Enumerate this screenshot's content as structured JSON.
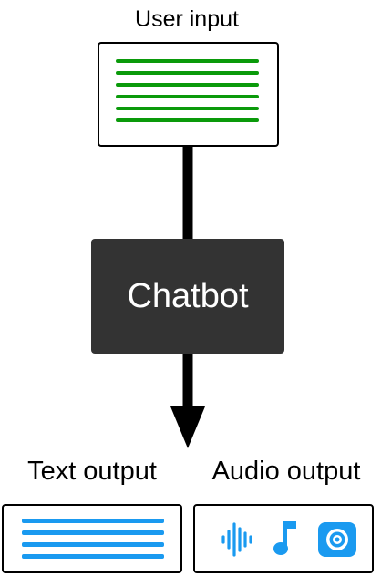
{
  "labels": {
    "user_input": "User input",
    "chatbot": "Chatbot",
    "text_output": "Text output",
    "audio_output": "Audio output"
  },
  "icons": {
    "user_input_lines": "text-lines-icon",
    "text_output_lines": "text-lines-icon",
    "audio_waveform": "waveform-icon",
    "music_note": "music-note-icon",
    "speaker": "speaker-icon"
  },
  "colors": {
    "input_lines": "#0a9a0a",
    "output_accent": "#1a9af0",
    "chatbot_fill": "#333333",
    "chatbot_text": "#ffffff",
    "stroke": "#000000"
  }
}
